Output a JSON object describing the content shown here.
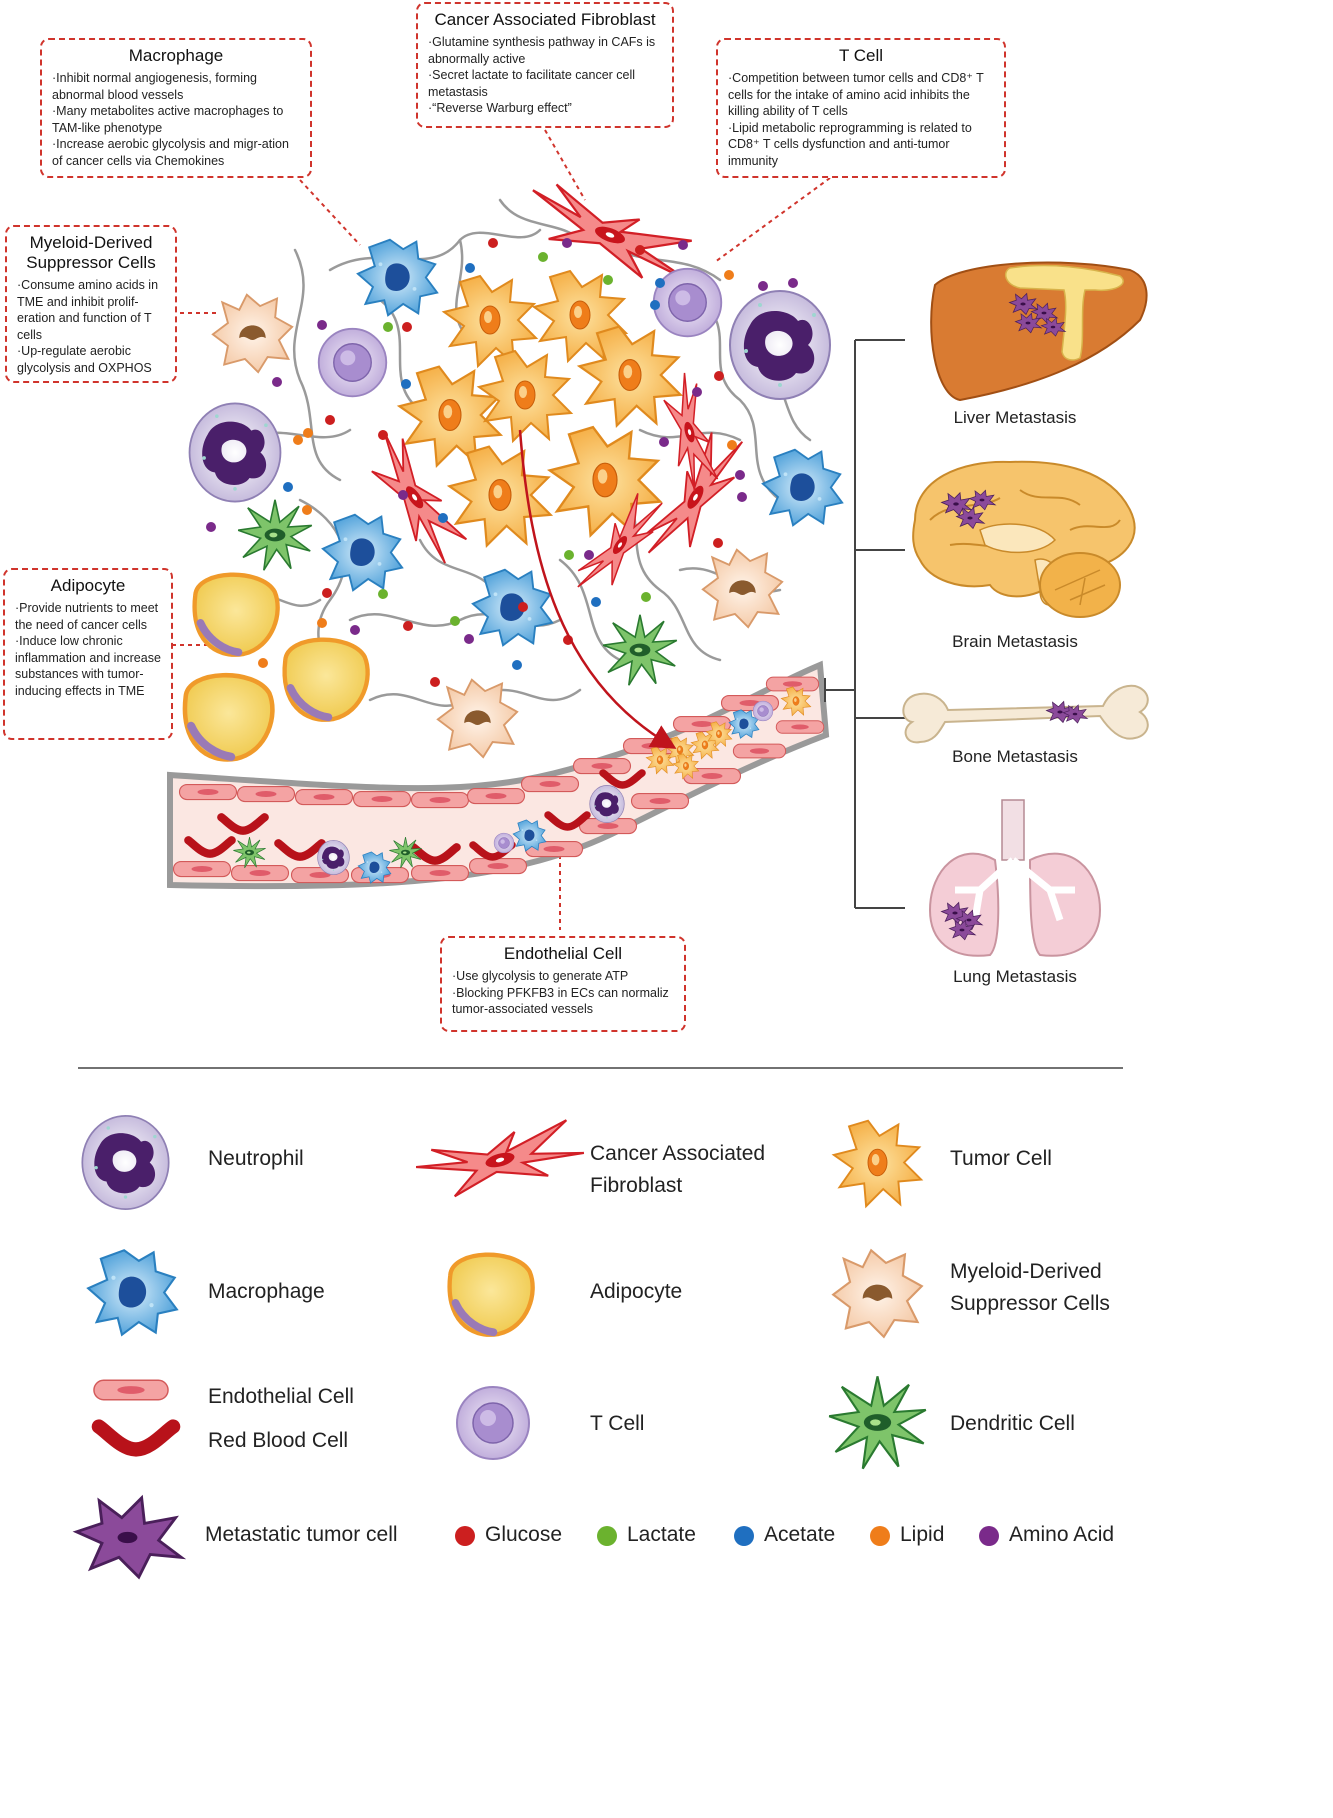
{
  "boxes": {
    "macrophage": {
      "title": "Macrophage",
      "points": [
        "·Inhibit normal angiogenesis, forming abnormal blood vessels",
        "·Many metabolites active macrophages to TAM-like phenotype",
        "·Increase aerobic glycolysis and migr-ation of cancer cells via Chemokines"
      ]
    },
    "caf": {
      "title": "Cancer Associated Fibroblast",
      "points": [
        "·Glutamine synthesis pathway in CAFs is abnormally active",
        "·Secret lactate to facilitate cancer cell metastasis",
        "·“Reverse Warburg effect”"
      ]
    },
    "tcell": {
      "title": "T Cell",
      "points": [
        "·Competition between tumor cells and CD8⁺ T cells for the intake of amino acid inhibits the killing ability of T cells",
        "·Lipid metabolic reprogramming is related to CD8⁺ T cells dysfunction and anti-tumor immunity"
      ]
    },
    "mdsc": {
      "title": "Myeloid-Derived Suppressor Cells",
      "points": [
        "·Consume amino acids in TME and inhibit prolif-eration and function of T cells",
        "·Up-regulate aerobic glycolysis and OXPHOS"
      ]
    },
    "adipocyte": {
      "title": "Adipocyte",
      "points": [
        "·Provide nutrients to meet the need of cancer cells",
        "·Induce low chronic inflammation and increase substances with tumor-inducing effects in TME"
      ]
    },
    "endothelial": {
      "title": "Endothelial Cell",
      "points": [
        "·Use glycolysis to generate ATP",
        "·Blocking PFKFB3 in ECs can normaliz tumor-associated vessels"
      ]
    }
  },
  "metastasis": {
    "liver": "Liver Metastasis",
    "brain": "Brain Metastasis",
    "bone": "Bone Metastasis",
    "lung": "Lung Metastasis"
  },
  "legend": {
    "neutrophil": "Neutrophil",
    "caf": "Cancer Associated Fibroblast",
    "tumor": "Tumor Cell",
    "macrophage": "Macrophage",
    "adipocyte": "Adipocyte",
    "mdsc": "Myeloid-Derived Suppressor Cells",
    "endothelial": "Endothelial Cell",
    "rbc": "Red Blood Cell",
    "tcell": "T Cell",
    "dendritic": "Dendritic Cell",
    "metastatic": "Metastatic tumor cell"
  },
  "metabolites": [
    {
      "name": "Glucose",
      "color": "#cc1f1f"
    },
    {
      "name": "Lactate",
      "color": "#6bb22e"
    },
    {
      "name": "Acetate",
      "color": "#1f6fc0"
    },
    {
      "name": "Lipid",
      "color": "#ef7d1a"
    },
    {
      "name": "Amino Acid",
      "color": "#7a2a8a"
    }
  ],
  "colors": {
    "dashed_border": "#d0342c",
    "tumor_cell": "#f7b24a",
    "macrophage": "#4aa0d9",
    "caf": "#e23b3b",
    "adipocyte": "#f4d35e",
    "tcell": "#c9b6e0",
    "neutrophil": "#cfc3e2",
    "dendritic": "#2e8b3a",
    "mdsc": "#fbe0cc",
    "endothelial": "#f19696",
    "rbc": "#b8121a",
    "metastatic": "#7a3a8a",
    "liver": "#d97b32",
    "brain": "#f4b85a",
    "lung": "#f2c6cf",
    "bone": "#f6ead7"
  }
}
